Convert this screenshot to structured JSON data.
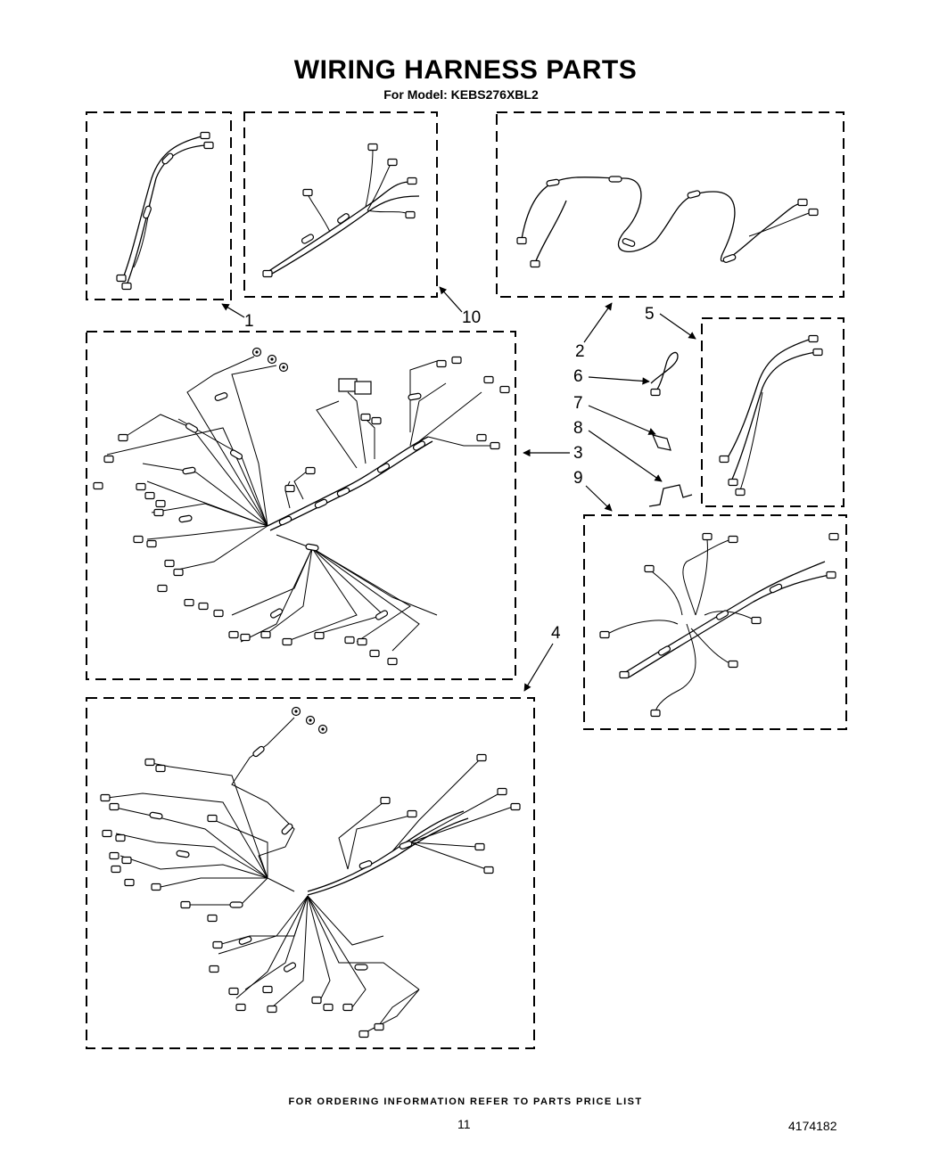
{
  "title": "WIRING HARNESS PARTS",
  "subtitle": "For Model: KEBS276XBL2",
  "footer_note": "FOR ORDERING INFORMATION REFER TO PARTS PRICE LIST",
  "page_number": "11",
  "document_number": "4174182",
  "callouts": [
    "1",
    "10",
    "2",
    "5",
    "6",
    "7",
    "3",
    "8",
    "9",
    "4"
  ]
}
